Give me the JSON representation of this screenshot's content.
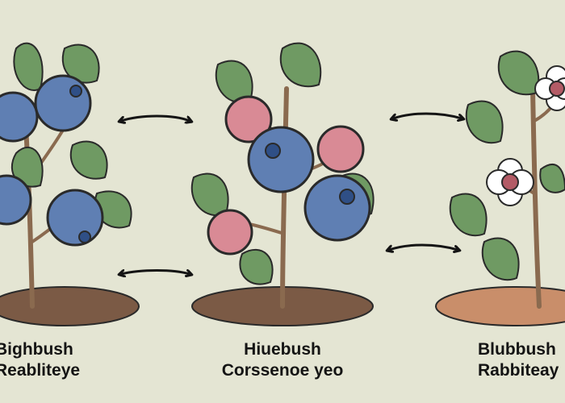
{
  "labels": {
    "left": {
      "line1": "Bighbush",
      "line2": "Reabliteye"
    },
    "center": {
      "line1": "Hiuebush",
      "line2": "Corssenoe yeo"
    },
    "right": {
      "line1": "Blubbush",
      "line2": "Rabbiteay"
    }
  },
  "colors": {
    "background": "#e4e5d3",
    "leaf": "#6f9a63",
    "stem": "#8a6a4f",
    "ripe_berry": "#5f7fb3",
    "unripe_berry": "#d98a95",
    "flower": "#ffffff",
    "soil": "#7b5a45",
    "arrow": "#141414"
  },
  "icons": [
    "double-arrow-icon",
    "blueberry-icon",
    "unripe-berry-icon",
    "blossom-icon",
    "leaf-icon",
    "soil-icon"
  ]
}
